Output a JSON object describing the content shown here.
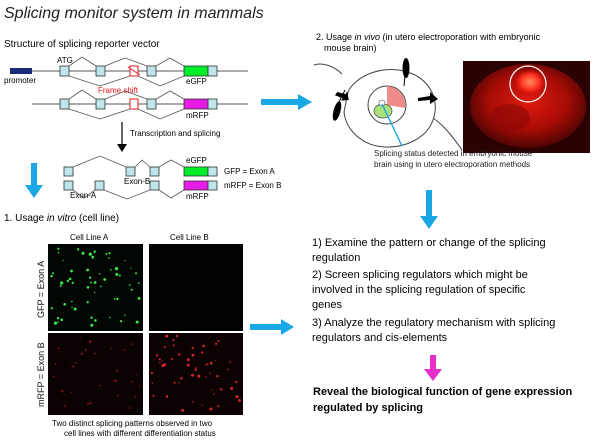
{
  "title": "Splicing monitor system in mammals",
  "vector": {
    "heading": "Structure of splicing reporter vector",
    "atg": "ATG",
    "promoter": "promoter",
    "frame_shift": "Frame shift",
    "egfp": "eGFP",
    "mrfp": "mRFP",
    "transcription": "Transcription and splicing",
    "exon_a": "Exon-A",
    "exon_b": "Exon-B",
    "gfp_exon": "GFP   = Exon A",
    "mrfp_exon": "mRFP = Exon B",
    "egfp2": "eGFP",
    "mrfp2": "mRFP"
  },
  "invitro": {
    "heading_prefix": "1. Usage ",
    "heading_italic": "in vitro",
    "heading_suffix": " (cell line)",
    "col_a": "Cell Line A",
    "col_b": "Cell Line B",
    "row_gfp": "GFP = Exon A",
    "row_mrfp": "mRFP = Exon B",
    "caption_line1": "Two distinct splicing patterns observed in two",
    "caption_line2": "cell lines with different differentiation status"
  },
  "invivo": {
    "heading_prefix": "2. Usage ",
    "heading_italic": "in vivo",
    "heading_suffix": " (in utero electroporation with embryonic",
    "heading_line2": "mouse brain)",
    "caption_line1": "Splicing status detected in embryonic mouse",
    "caption_line2": "brain using in utero electroporation methods"
  },
  "applications": {
    "item1_line1": "1) Examine the pattern or change of the splicing",
    "item1_line2": "regulation",
    "item2_line1": "2) Screen splicing regulators which might be",
    "item2_line2": "involved in the splicing regulation of specific",
    "item2_line3": "genes",
    "item3_line1": "3) Analyze the regulatory mechanism with splicing",
    "item3_line2": "regulators and cis-elements"
  },
  "conclusion": {
    "line1": "Reveal the biological function of gene expression",
    "line2": "regulated by splicing"
  },
  "colors": {
    "arrow_blue": "#1aa7e6",
    "arrow_magenta": "#e62ecb",
    "egfp_green": "#00ee2a",
    "mrfp_magenta": "#e61ce6",
    "exon_fill": "#bfe4ea",
    "promoter_navy": "#1c2b78",
    "frame_shift_red": "#e8161a"
  }
}
